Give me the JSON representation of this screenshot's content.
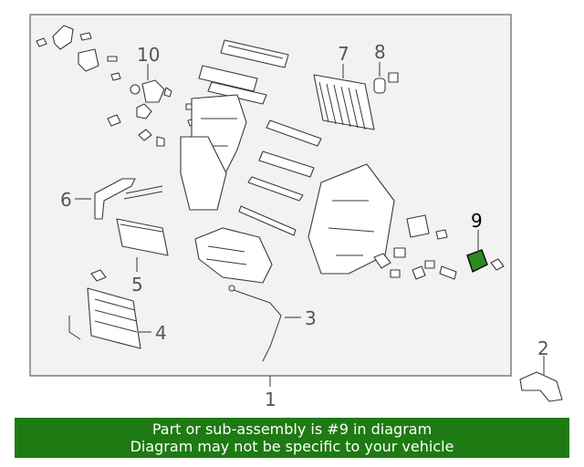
{
  "diagram": {
    "callouts": {
      "c1": "1",
      "c2": "2",
      "c3": "3",
      "c4": "4",
      "c5": "5",
      "c6": "6",
      "c7": "7",
      "c8": "8",
      "c9": "9",
      "c10": "10"
    },
    "highlighted_part": "9",
    "frame_color": "#f2f2f2"
  },
  "banner": {
    "line1": "Part or sub-assembly is #9 in diagram",
    "line2": "Diagram may not be specific to your vehicle",
    "background": "#1e7a12"
  }
}
